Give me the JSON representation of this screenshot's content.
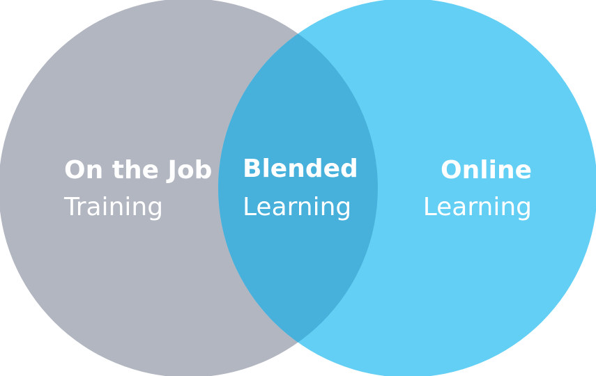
{
  "colors": {
    "left_circle": "#b2b6c1",
    "right_circle": "#64cff4",
    "overlap": "#47b1dc",
    "text": "#ffffff",
    "background": "#ffffff"
  },
  "sets": {
    "left": {
      "title": "On the Job",
      "subtitle": "Training"
    },
    "overlap": {
      "title": "Blended",
      "subtitle": "Learning"
    },
    "right": {
      "title": "Online",
      "subtitle": "Learning"
    }
  }
}
